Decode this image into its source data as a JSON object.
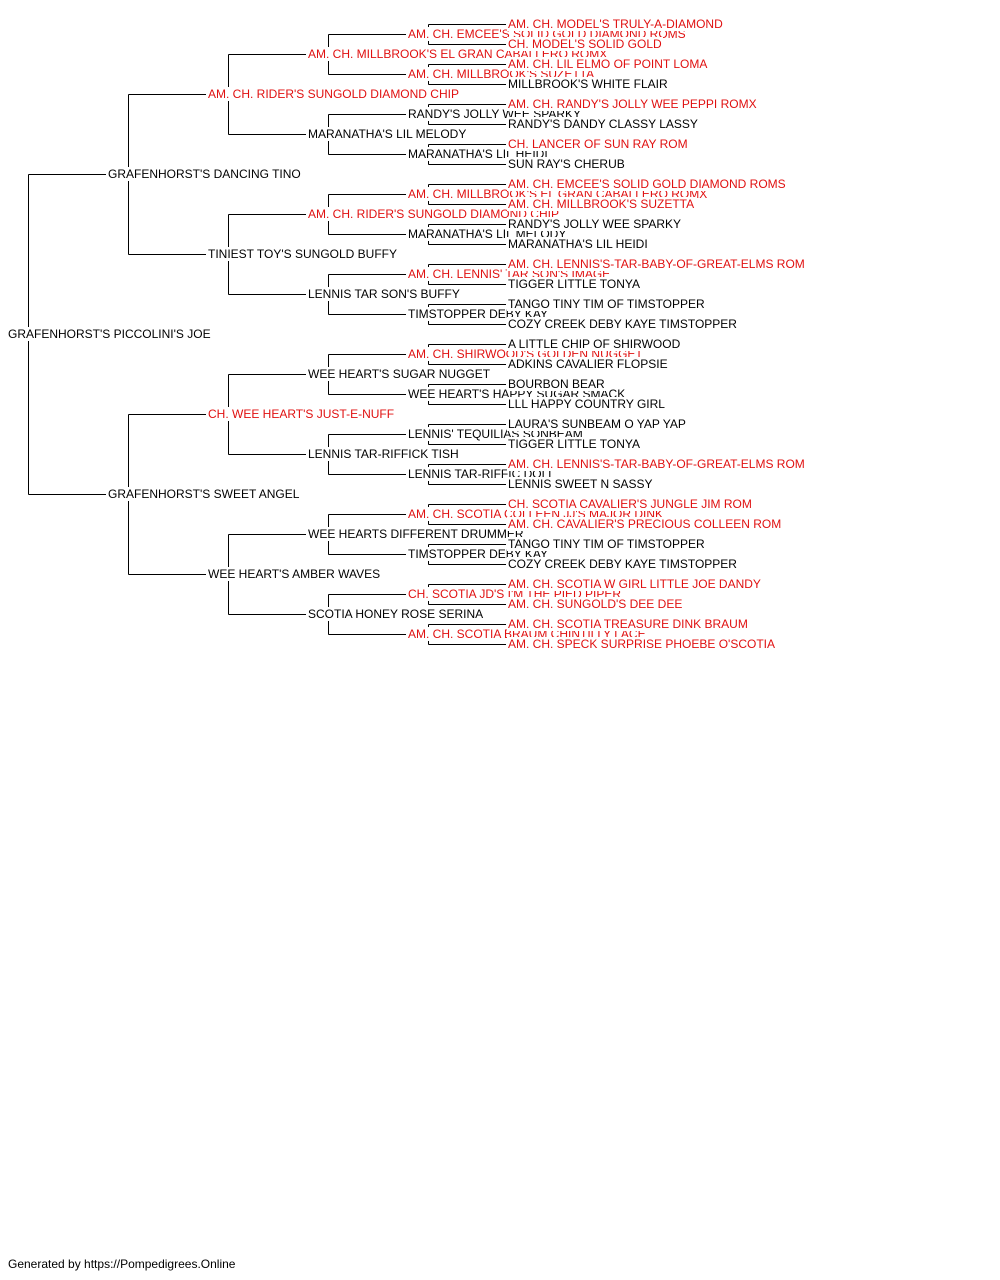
{
  "colors": {
    "line": "#000000",
    "text": "#000000",
    "champion": "#e01010",
    "background": "#ffffff"
  },
  "pedigree": {
    "name": "GRAFENHORST'S PICCOLINI'S JOE",
    "champion": false,
    "sire": {
      "name": "GRAFENHORST'S DANCING TINO",
      "champion": false,
      "sire": {
        "name": "AM. CH. RIDER'S SUNGOLD DIAMOND CHIP",
        "champion": true,
        "sire": {
          "name": "AM. CH. MILLBROOK'S EL GRAN CABALLERO ROMX",
          "champion": true,
          "sire": {
            "name": "AM. CH. EMCEE'S SOLID GOLD DIAMOND ROMS",
            "champion": true,
            "sire": {
              "name": "AM. CH. MODEL'S TRULY-A-DIAMOND",
              "champion": true
            },
            "dam": {
              "name": "CH. MODEL'S SOLID GOLD",
              "champion": true
            }
          },
          "dam": {
            "name": "AM. CH. MILLBROOK'S SUZETTA",
            "champion": true,
            "sire": {
              "name": "AM. CH. LIL ELMO OF POINT LOMA",
              "champion": true
            },
            "dam": {
              "name": "MILLBROOK'S WHITE FLAIR",
              "champion": false
            }
          }
        },
        "dam": {
          "name": "MARANATHA'S LIL MELODY",
          "champion": false,
          "sire": {
            "name": "RANDY'S JOLLY WEE SPARKY",
            "champion": false,
            "sire": {
              "name": "AM. CH. RANDY'S JOLLY WEE PEPPI ROMX",
              "champion": true
            },
            "dam": {
              "name": "RANDY'S DANDY CLASSY LASSY",
              "champion": false
            }
          },
          "dam": {
            "name": "MARANATHA'S LIL HEIDI",
            "champion": false,
            "sire": {
              "name": "CH. LANCER OF SUN RAY ROM",
              "champion": true
            },
            "dam": {
              "name": "SUN RAY'S CHERUB",
              "champion": false
            }
          }
        }
      },
      "dam": {
        "name": "TINIEST TOY'S SUNGOLD BUFFY",
        "champion": false,
        "sire": {
          "name": "AM. CH. RIDER'S SUNGOLD DIAMOND CHIP",
          "champion": true,
          "sire": {
            "name": "AM. CH. MILLBROOK'S EL GRAN CABALLERO ROMX",
            "champion": true,
            "sire": {
              "name": "AM. CH. EMCEE'S SOLID GOLD DIAMOND ROMS",
              "champion": true
            },
            "dam": {
              "name": "AM. CH. MILLBROOK'S SUZETTA",
              "champion": true
            }
          },
          "dam": {
            "name": "MARANATHA'S LIL MELODY",
            "champion": false,
            "sire": {
              "name": "RANDY'S JOLLY WEE SPARKY",
              "champion": false
            },
            "dam": {
              "name": "MARANATHA'S LIL HEIDI",
              "champion": false
            }
          }
        },
        "dam": {
          "name": "LENNIS TAR SON'S BUFFY",
          "champion": false,
          "sire": {
            "name": "AM. CH. LENNIS' TAR SON'S IMAGE",
            "champion": true,
            "sire": {
              "name": "AM. CH. LENNIS'S-TAR-BABY-OF-GREAT-ELMS ROM",
              "champion": true
            },
            "dam": {
              "name": "TIGGER LITTLE TONYA",
              "champion": false
            }
          },
          "dam": {
            "name": "TIMSTOPPER DEBY KAY",
            "champion": false,
            "sire": {
              "name": "TANGO TINY TIM OF TIMSTOPPER",
              "champion": false
            },
            "dam": {
              "name": "COZY CREEK DEBY KAYE TIMSTOPPER",
              "champion": false
            }
          }
        }
      }
    },
    "dam": {
      "name": "GRAFENHORST'S SWEET ANGEL",
      "champion": false,
      "sire": {
        "name": "CH. WEE HEART'S JUST-E-NUFF",
        "champion": true,
        "sire": {
          "name": "WEE HEART'S SUGAR NUGGET",
          "champion": false,
          "sire": {
            "name": "AM. CH. SHIRWOOD'S GOLDEN NUGGET",
            "champion": true,
            "sire": {
              "name": "A LITTLE CHIP OF SHIRWOOD",
              "champion": false
            },
            "dam": {
              "name": "ADKINS CAVALIER FLOPSIE",
              "champion": false
            }
          },
          "dam": {
            "name": "WEE HEART'S HAPPY SUGAR SMACK",
            "champion": false,
            "sire": {
              "name": "BOURBON BEAR",
              "champion": false
            },
            "dam": {
              "name": "LLL HAPPY COUNTRY GIRL",
              "champion": false
            }
          }
        },
        "dam": {
          "name": "LENNIS TAR-RIFFICK TISH",
          "champion": false,
          "sire": {
            "name": "LENNIS' TEQUILIAS SONBEAM",
            "champion": false,
            "sire": {
              "name": "LAURA'S SUNBEAM O YAP YAP",
              "champion": false
            },
            "dam": {
              "name": "TIGGER LITTLE TONYA",
              "champion": false
            }
          },
          "dam": {
            "name": "LENNIS TAR-RIFFIC DOLL",
            "champion": false,
            "sire": {
              "name": "AM. CH. LENNIS'S-TAR-BABY-OF-GREAT-ELMS ROM",
              "champion": true
            },
            "dam": {
              "name": "LENNIS SWEET N SASSY",
              "champion": false
            }
          }
        }
      },
      "dam": {
        "name": "WEE HEART'S AMBER WAVES",
        "champion": false,
        "sire": {
          "name": "WEE HEARTS DIFFERENT DRUMMER",
          "champion": false,
          "sire": {
            "name": "AM. CH. SCOTIA COLLEEN JJ'S MAJOR DINK",
            "champion": true,
            "sire": {
              "name": "CH. SCOTIA CAVALIER'S JUNGLE JIM ROM",
              "champion": true
            },
            "dam": {
              "name": "AM. CH. CAVALIER'S PRECIOUS COLLEEN ROM",
              "champion": true
            }
          },
          "dam": {
            "name": "TIMSTOPPER DEBY KAY",
            "champion": false,
            "sire": {
              "name": "TANGO TINY TIM OF TIMSTOPPER",
              "champion": false
            },
            "dam": {
              "name": "COZY CREEK DEBY KAYE TIMSTOPPER",
              "champion": false
            }
          }
        },
        "dam": {
          "name": "SCOTIA HONEY ROSE SERINA",
          "champion": false,
          "sire": {
            "name": "CH. SCOTIA JD'S I'M THE PIED PIPER",
            "champion": true,
            "sire": {
              "name": "AM. CH. SCOTIA W GIRL LITTLE JOE DANDY",
              "champion": true
            },
            "dam": {
              "name": "AM. CH. SUNGOLD'S DEE DEE",
              "champion": true
            }
          },
          "dam": {
            "name": "AM. CH. SCOTIA BRAUM CHINTILLY LACE",
            "champion": true,
            "sire": {
              "name": "AM. CH. SCOTIA TREASURE DINK BRAUM",
              "champion": true
            },
            "dam": {
              "name": "AM. CH. SPECK SURPRISE PHOEBE O'SCOTIA",
              "champion": true
            }
          }
        }
      }
    }
  },
  "footer": {
    "text": "Generated by https://Pompedigrees.Online"
  }
}
